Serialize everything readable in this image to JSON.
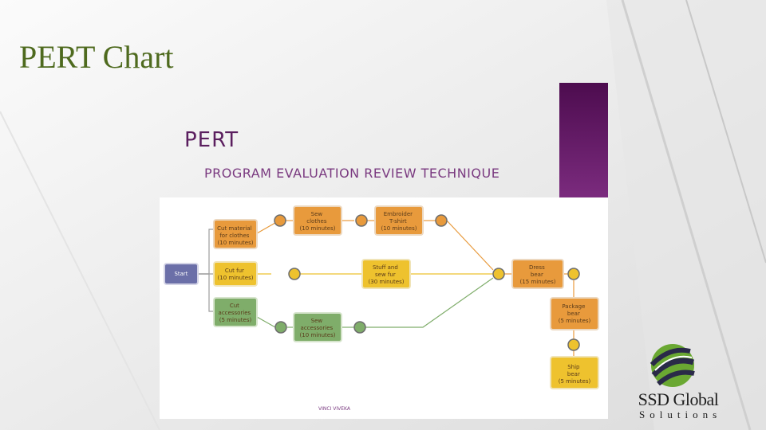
{
  "slide": {
    "title": "PERT Chart"
  },
  "header": {
    "heading": "PERT",
    "subtitle": "PROGRAM EVALUATION REVIEW TECHNIQUE"
  },
  "diagram": {
    "start": "Start",
    "tasks": [
      {
        "id": "cut-material",
        "lines": [
          "Cut material",
          "for clothes",
          "(10 minutes)"
        ]
      },
      {
        "id": "cut-fur",
        "lines": [
          "Cut fur",
          "(10 minutes)"
        ]
      },
      {
        "id": "cut-accessories",
        "lines": [
          "Cut",
          "accessories",
          "(5 minutes)"
        ]
      },
      {
        "id": "sew-clothes",
        "lines": [
          "Sew",
          "clothes",
          "(10 minutes)"
        ]
      },
      {
        "id": "embroider-tshirt",
        "lines": [
          "Embroider",
          "T-shirt",
          "(10 minutes)"
        ]
      },
      {
        "id": "stuff-sew-fur",
        "lines": [
          "Stuff and",
          "sew fur",
          "(30 minutes)"
        ]
      },
      {
        "id": "sew-accessories",
        "lines": [
          "Sew",
          "accessories",
          "(10 minutes)"
        ]
      },
      {
        "id": "dress-bear",
        "lines": [
          "Dress",
          "bear",
          "(15 minutes)"
        ]
      },
      {
        "id": "package-bear",
        "lines": [
          "Package",
          "bear",
          "(5 minutes)"
        ]
      },
      {
        "id": "ship-bear",
        "lines": [
          "Ship",
          "bear",
          "(5 minutes)"
        ]
      }
    ],
    "credit": "VINCI VIVEKA",
    "colors": {
      "orange": "#e89a3c",
      "yellow": "#eec22e",
      "green": "#7fad6a",
      "start": "#6b6fa8"
    }
  },
  "logo": {
    "name": "SSD Global",
    "subtitle": "Solutions"
  }
}
